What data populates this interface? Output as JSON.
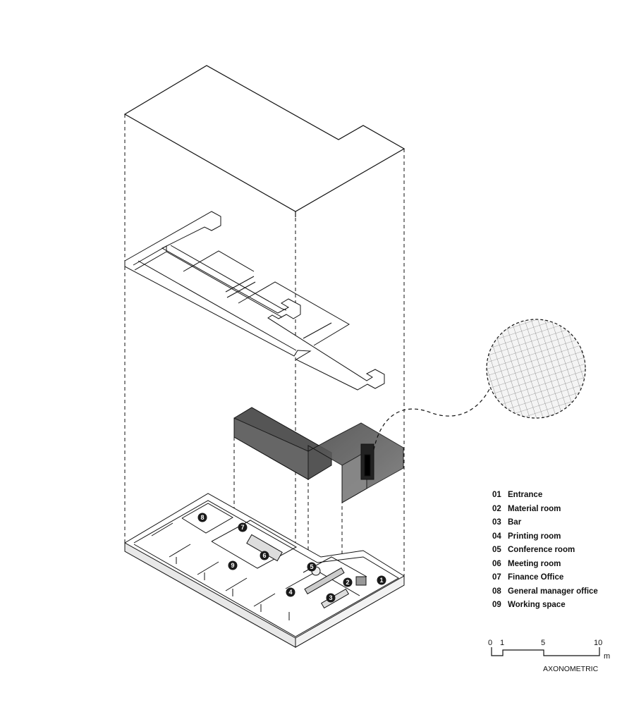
{
  "legend": [
    {
      "num": "01",
      "label": "Entrance"
    },
    {
      "num": "02",
      "label": "Material room"
    },
    {
      "num": "03",
      "label": "Bar"
    },
    {
      "num": "04",
      "label": "Printing room"
    },
    {
      "num": "05",
      "label": "Conference room"
    },
    {
      "num": "06",
      "label": "Meeting room"
    },
    {
      "num": "07",
      "label": "Finance Office"
    },
    {
      "num": "08",
      "label": "General manager office"
    },
    {
      "num": "09",
      "label": "Working space"
    }
  ],
  "scale": {
    "ticks": [
      "0",
      "1",
      "5",
      "10"
    ],
    "unit": "m",
    "caption": "AXONOMETRIC"
  },
  "markers": [
    "1",
    "2",
    "3",
    "4",
    "5",
    "6",
    "7",
    "8",
    "9"
  ],
  "colors": {
    "line": "#111111",
    "dark_volume": "#5a5a5a",
    "badge": "#1a1a1a"
  }
}
